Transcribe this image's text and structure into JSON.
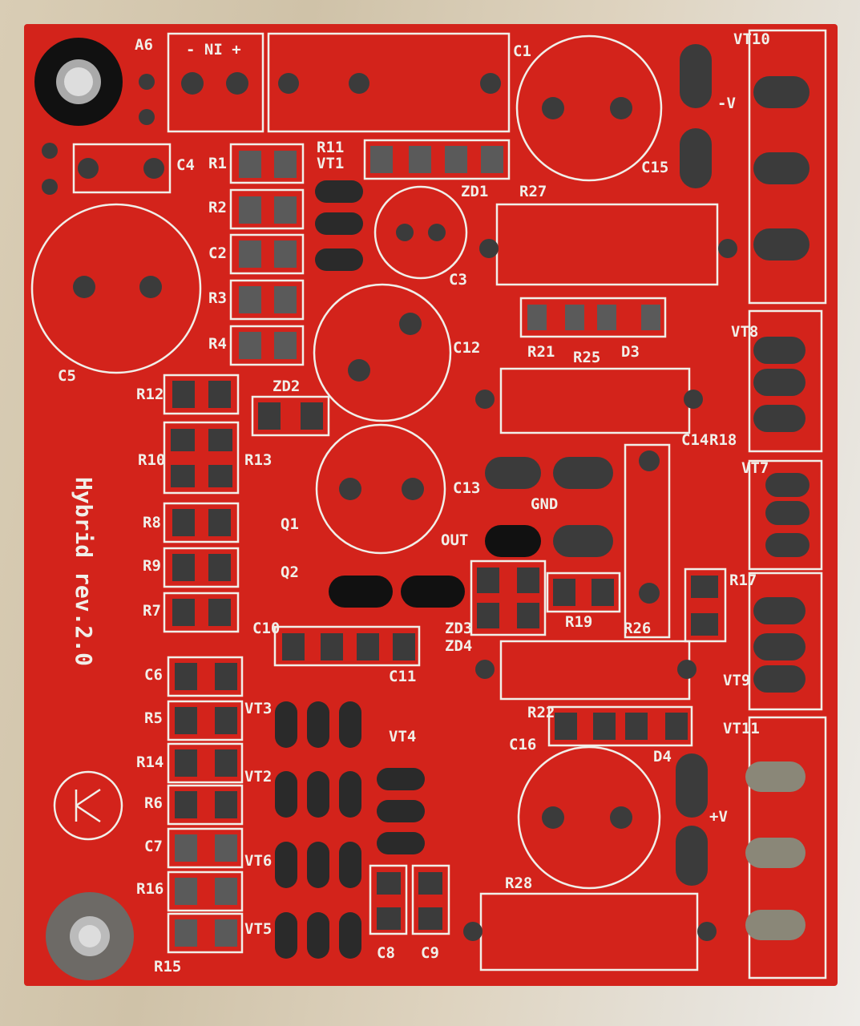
{
  "board": {
    "title": "Hybrid rev.2.0",
    "colors": {
      "soldermask": "#d3231b",
      "silkscreen": "#f1efe9",
      "pad": "#3b3b3b",
      "background": "#d8ccb6"
    }
  },
  "labels": {
    "a6": "A6",
    "ni": "- NI +",
    "c1": "C1",
    "vt10": "VT10",
    "minus_v": "-V",
    "c4": "C4",
    "r1": "R1",
    "r11": "R11",
    "vt1": "VT1",
    "zd1": "ZD1",
    "c15": "C15",
    "r2": "R2",
    "r27": "R27",
    "c2": "C2",
    "c3": "C3",
    "c5": "C5",
    "r3": "R3",
    "r4": "R4",
    "r21": "R21",
    "r25": "R25",
    "d3": "D3",
    "vt8": "VT8",
    "c12": "C12",
    "r12": "R12",
    "zd2": "ZD2",
    "r10": "R10",
    "r13": "R13",
    "c13": "C13",
    "c14": "C14",
    "r18": "R18",
    "vt7": "VT7",
    "r8": "R8",
    "q1": "Q1",
    "gnd": "GND",
    "r9": "R9",
    "q2": "Q2",
    "out": "OUT",
    "r17": "R17",
    "r7": "R7",
    "r19": "R19",
    "r26": "R26",
    "zd3": "ZD3",
    "zd4": "ZD4",
    "c10": "C10",
    "c11": "C11",
    "c6": "C6",
    "vt9": "VT9",
    "vt11": "VT11",
    "r5": "R5",
    "vt3": "VT3",
    "r22": "R22",
    "d4": "D4",
    "c16": "C16",
    "vt4": "VT4",
    "r14": "R14",
    "vt2": "VT2",
    "r6": "R6",
    "plus_v": "+V",
    "c7": "C7",
    "vt6": "VT6",
    "r28": "R28",
    "r16": "R16",
    "c8": "C8",
    "c9": "C9",
    "vt5": "VT5",
    "r15": "R15"
  }
}
